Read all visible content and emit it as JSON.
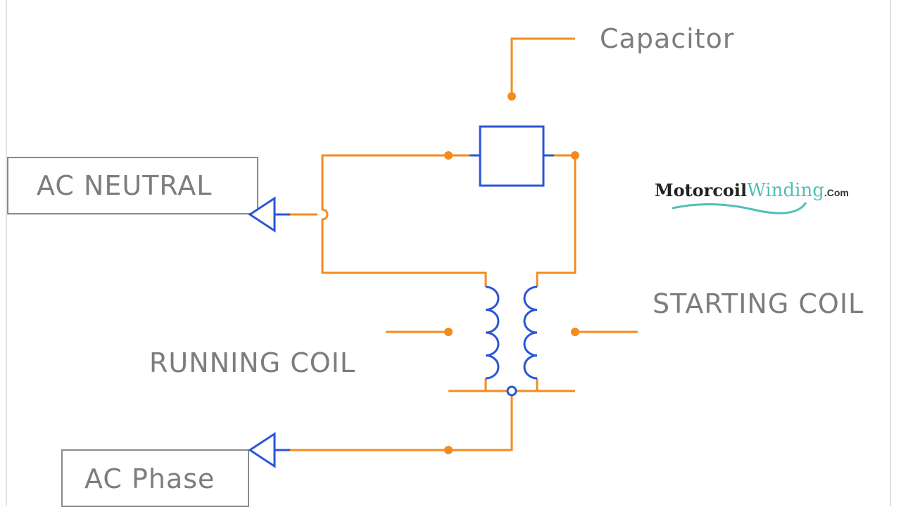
{
  "labels": {
    "capacitor": "Capacitor",
    "ac_neutral": "AC NEUTRAL",
    "ac_phase": "AC Phase",
    "running_coil": "RUNNING COIL",
    "starting_coil": "STARTING COIL"
  },
  "logo": {
    "part1": "Motorcoil",
    "part2": "Winding",
    "part3": ".Com"
  },
  "colors": {
    "wire": "#f28c1e",
    "component": "#2a56d6",
    "label": "#7d7d7d"
  }
}
